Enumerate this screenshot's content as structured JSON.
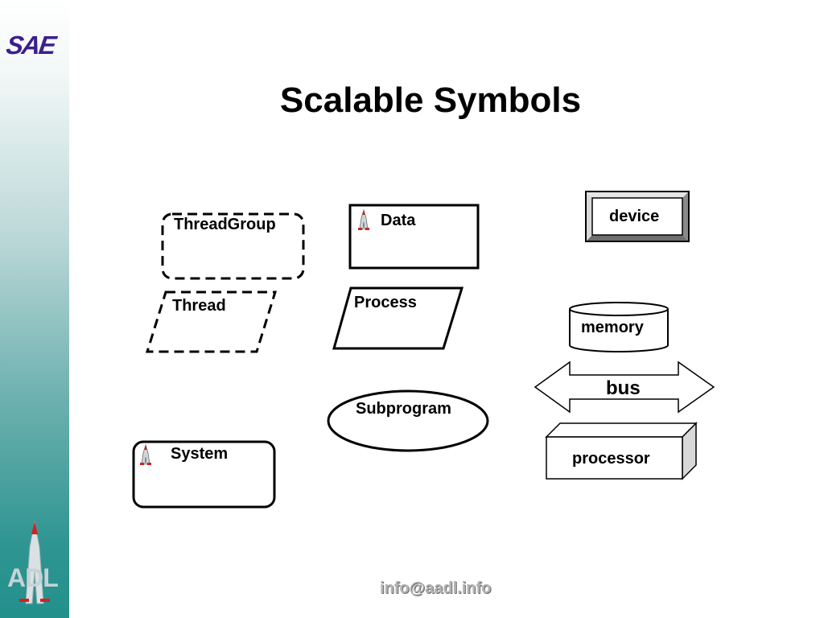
{
  "slide": {
    "title": "Scalable Symbols",
    "footer_email": "info@aadl.info"
  },
  "branding": {
    "top_logo_text": "SAE",
    "bottom_logo_text": "ADL",
    "logo_color": "#3b1f8f",
    "sidebar_color": "#2f9592"
  },
  "symbols": {
    "threadgroup": "ThreadGroup",
    "thread": "Thread",
    "data": "Data",
    "process": "Process",
    "device": "device",
    "memory": "memory",
    "bus": "bus",
    "subprogram": "Subprogram",
    "system": "System",
    "processor": "processor"
  }
}
